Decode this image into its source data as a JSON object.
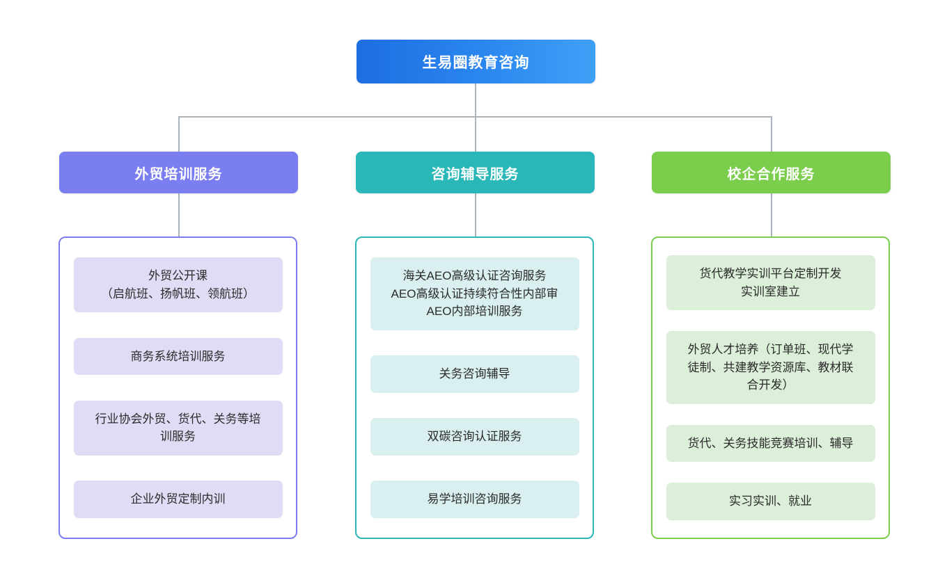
{
  "diagram": {
    "type": "organizational-tree",
    "root": {
      "label": "生易圈教育咨询",
      "color": "#2a85ee",
      "gradient_from": "#1d6ee0",
      "gradient_to": "#3fa0f7"
    },
    "columns": [
      {
        "header": "外贸培训服务",
        "color": "#7b7ef0",
        "card_bg": "#e1dcf5",
        "items": [
          {
            "lines": [
              "外贸公开课",
              "（启航班、扬帆班、领航班）"
            ]
          },
          {
            "lines": [
              "商务系统培训服务"
            ]
          },
          {
            "lines": [
              "行业协会外贸、货代、关务等培",
              "训服务"
            ]
          },
          {
            "lines": [
              "企业外贸定制内训"
            ]
          }
        ]
      },
      {
        "header": "咨询辅导服务",
        "color": "#29b7b7",
        "card_bg": "#d9eff0",
        "items": [
          {
            "lines": [
              "海关AEO高级认证咨询服务",
              "AEO高级认证持续符合性内部审",
              "AEO内部培训服务"
            ]
          },
          {
            "lines": [
              "关务咨询辅导"
            ]
          },
          {
            "lines": [
              "双碳咨询认证服务"
            ]
          },
          {
            "lines": [
              "易学培训咨询服务"
            ]
          }
        ]
      },
      {
        "header": "校企合作服务",
        "color": "#7ace4c",
        "card_bg": "#dcefd9",
        "items": [
          {
            "lines": [
              "货代教学实训平台定制开发",
              "实训室建立"
            ]
          },
          {
            "lines": [
              "外贸人才培养（订单班、现代学",
              "徒制、共建教学资源库、教材联",
              "合开发）"
            ]
          },
          {
            "lines": [
              "货代、关务技能竞赛培训、辅导"
            ]
          },
          {
            "lines": [
              "实习实训、就业"
            ]
          }
        ]
      }
    ],
    "connector_color": "#aab2bd"
  }
}
